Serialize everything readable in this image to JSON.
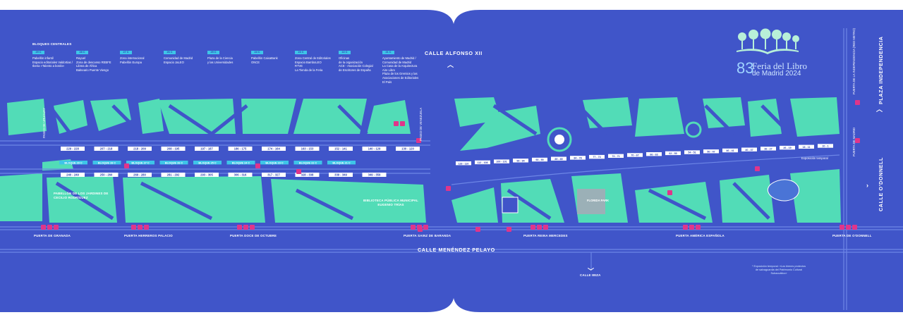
{
  "colors": {
    "background": "#4055c9",
    "park": "#52dcb7",
    "text": "#ffffff",
    "booth": "#ffffff",
    "accent_chip": "#3ec5e8",
    "pictogram": "#e0358a"
  },
  "legend": {
    "title": "BLOQUES CENTRALES",
    "columns": [
      {
        "chip": "29 C",
        "items": [
          "Pabellón infantil",
          "Espacio editoriales Valdortias /",
          "Iberia «Talento a bordo»"
        ]
      },
      {
        "chip": "28 C",
        "items": [
          "Rayuel",
          "Zona de descanso REBFE",
          "Librea de África",
          "Balneario Puente Viesgo"
        ]
      },
      {
        "chip": "27 C",
        "items": [
          "Zona internacional",
          "Pabellón Europa"
        ]
      },
      {
        "chip": "26 C",
        "items": [
          "Comunidad de Madrid",
          "Espacio JaLEO"
        ]
      },
      {
        "chip": "25 C",
        "items": [
          "Plaza de la Ciencia",
          "y las Universidades"
        ]
      },
      {
        "chip": "24 C",
        "items": [
          "Pabellón CaixaBank",
          "ONCE"
        ]
      },
      {
        "chip": "23 C",
        "items": [
          "Zona Central de Editoriales",
          "Espacio BamboLEO",
          "RTVE",
          "La Tienda de la Feria"
        ]
      },
      {
        "chip": "22 C",
        "items": [
          "Oficinas",
          "de la organización",
          "ACE - Asociación Colegial",
          "de Escritores de España"
        ]
      },
      {
        "chip": "21 C",
        "items": [
          "Ayuntamiento de Madrid /",
          "Comunidad de Madrid",
          "La Casa de la Arquitectura",
          "Aire Libre",
          "Plaza de los Gremios y las",
          "Asociaciones de Editoriales",
          "El País"
        ]
      }
    ]
  },
  "fair": {
    "number": "83",
    "line1": "Feria del Libro",
    "line2": "de Madrid 2024"
  },
  "streets": {
    "top": "CALLE ALFONSO XII",
    "bottom": "CALLE MENÉNDEZ PELAYO",
    "right_top": "PLAZA INDEPENDENCIA",
    "right_bottom": "CALLE O'DONNELL",
    "ibiza": "CALLE IBIZA",
    "uruguay": "PASEO DE URUGUAY",
    "venezuela": "PASEO DE VENEZUELA",
    "independencia": "PUERTA DE LA INDEPENDENCIA (RED METRO)",
    "puerta_madrid": "PUERTA DE MADRID"
  },
  "places": {
    "pabellon": "PABELLÓN DE LOS JARDINES DE CECILIO RODRÍGUEZ",
    "biblioteca": "BIBLIOTECA PÚBLICA MUNICIPAL EUGENIO TRÍAS",
    "floridapark": "FLORIDA PARK",
    "exposicion": "Exposición temporal"
  },
  "gates": [
    "PUERTA DE GRANADA",
    "PUERTA HERREROS PALACIO",
    "PUERTA DOCE DE OCTUBRE",
    "PUERTA SAINZ DE BARANDA",
    "PUERTA REINA MERCEDES",
    "PUERTA AMÉRICA ESPAÑOLA",
    "PUERTA DE O'DONNELL"
  ],
  "booths_top_left": [
    "229 - 228",
    "207 - 218",
    "218 - 209",
    "208 - 195",
    "197 - 187",
    "186 - 175",
    "174 - 164",
    "163 - 153",
    "152 - 141",
    "140 - 129",
    "130 - 120"
  ],
  "booths_mid_left": [
    "BLOQUE 29 C",
    "BLOQUE 28 C",
    "BLOQUE 27 C",
    "BLOQUE 26 C",
    "BLOQUE 25 C",
    "BLOQUE 24 C",
    "BLOQUE 23 C",
    "BLOQUE 22 C",
    "BLOQUE 21 C"
  ],
  "booths_bottom_left": [
    "240 - 249",
    "250 - 260",
    "269 - 280",
    "281 - 292",
    "293 - 305",
    "306 - 316",
    "317 - 327",
    "328 - 338",
    "339 - 349",
    "349 - 359"
  ],
  "booths_right": [
    "118 - 110",
    "112 - 108",
    "100 - 101",
    "99 - 94",
    "93 - 90",
    "89 - 85",
    "84 - 78",
    "77 - 74",
    "73 - 71",
    "70 - 67",
    "66 - 63",
    "62 - 55",
    "54 - 51",
    "50 - 47",
    "46 - 41",
    "40 - 37",
    "36 - 27",
    "26 - 19",
    "18 - 11",
    "10 - 1"
  ],
  "note": "* Exposición temporal: «Los bienes protectos de salvaguardia del Patrimonio Cultural Subacuático»"
}
